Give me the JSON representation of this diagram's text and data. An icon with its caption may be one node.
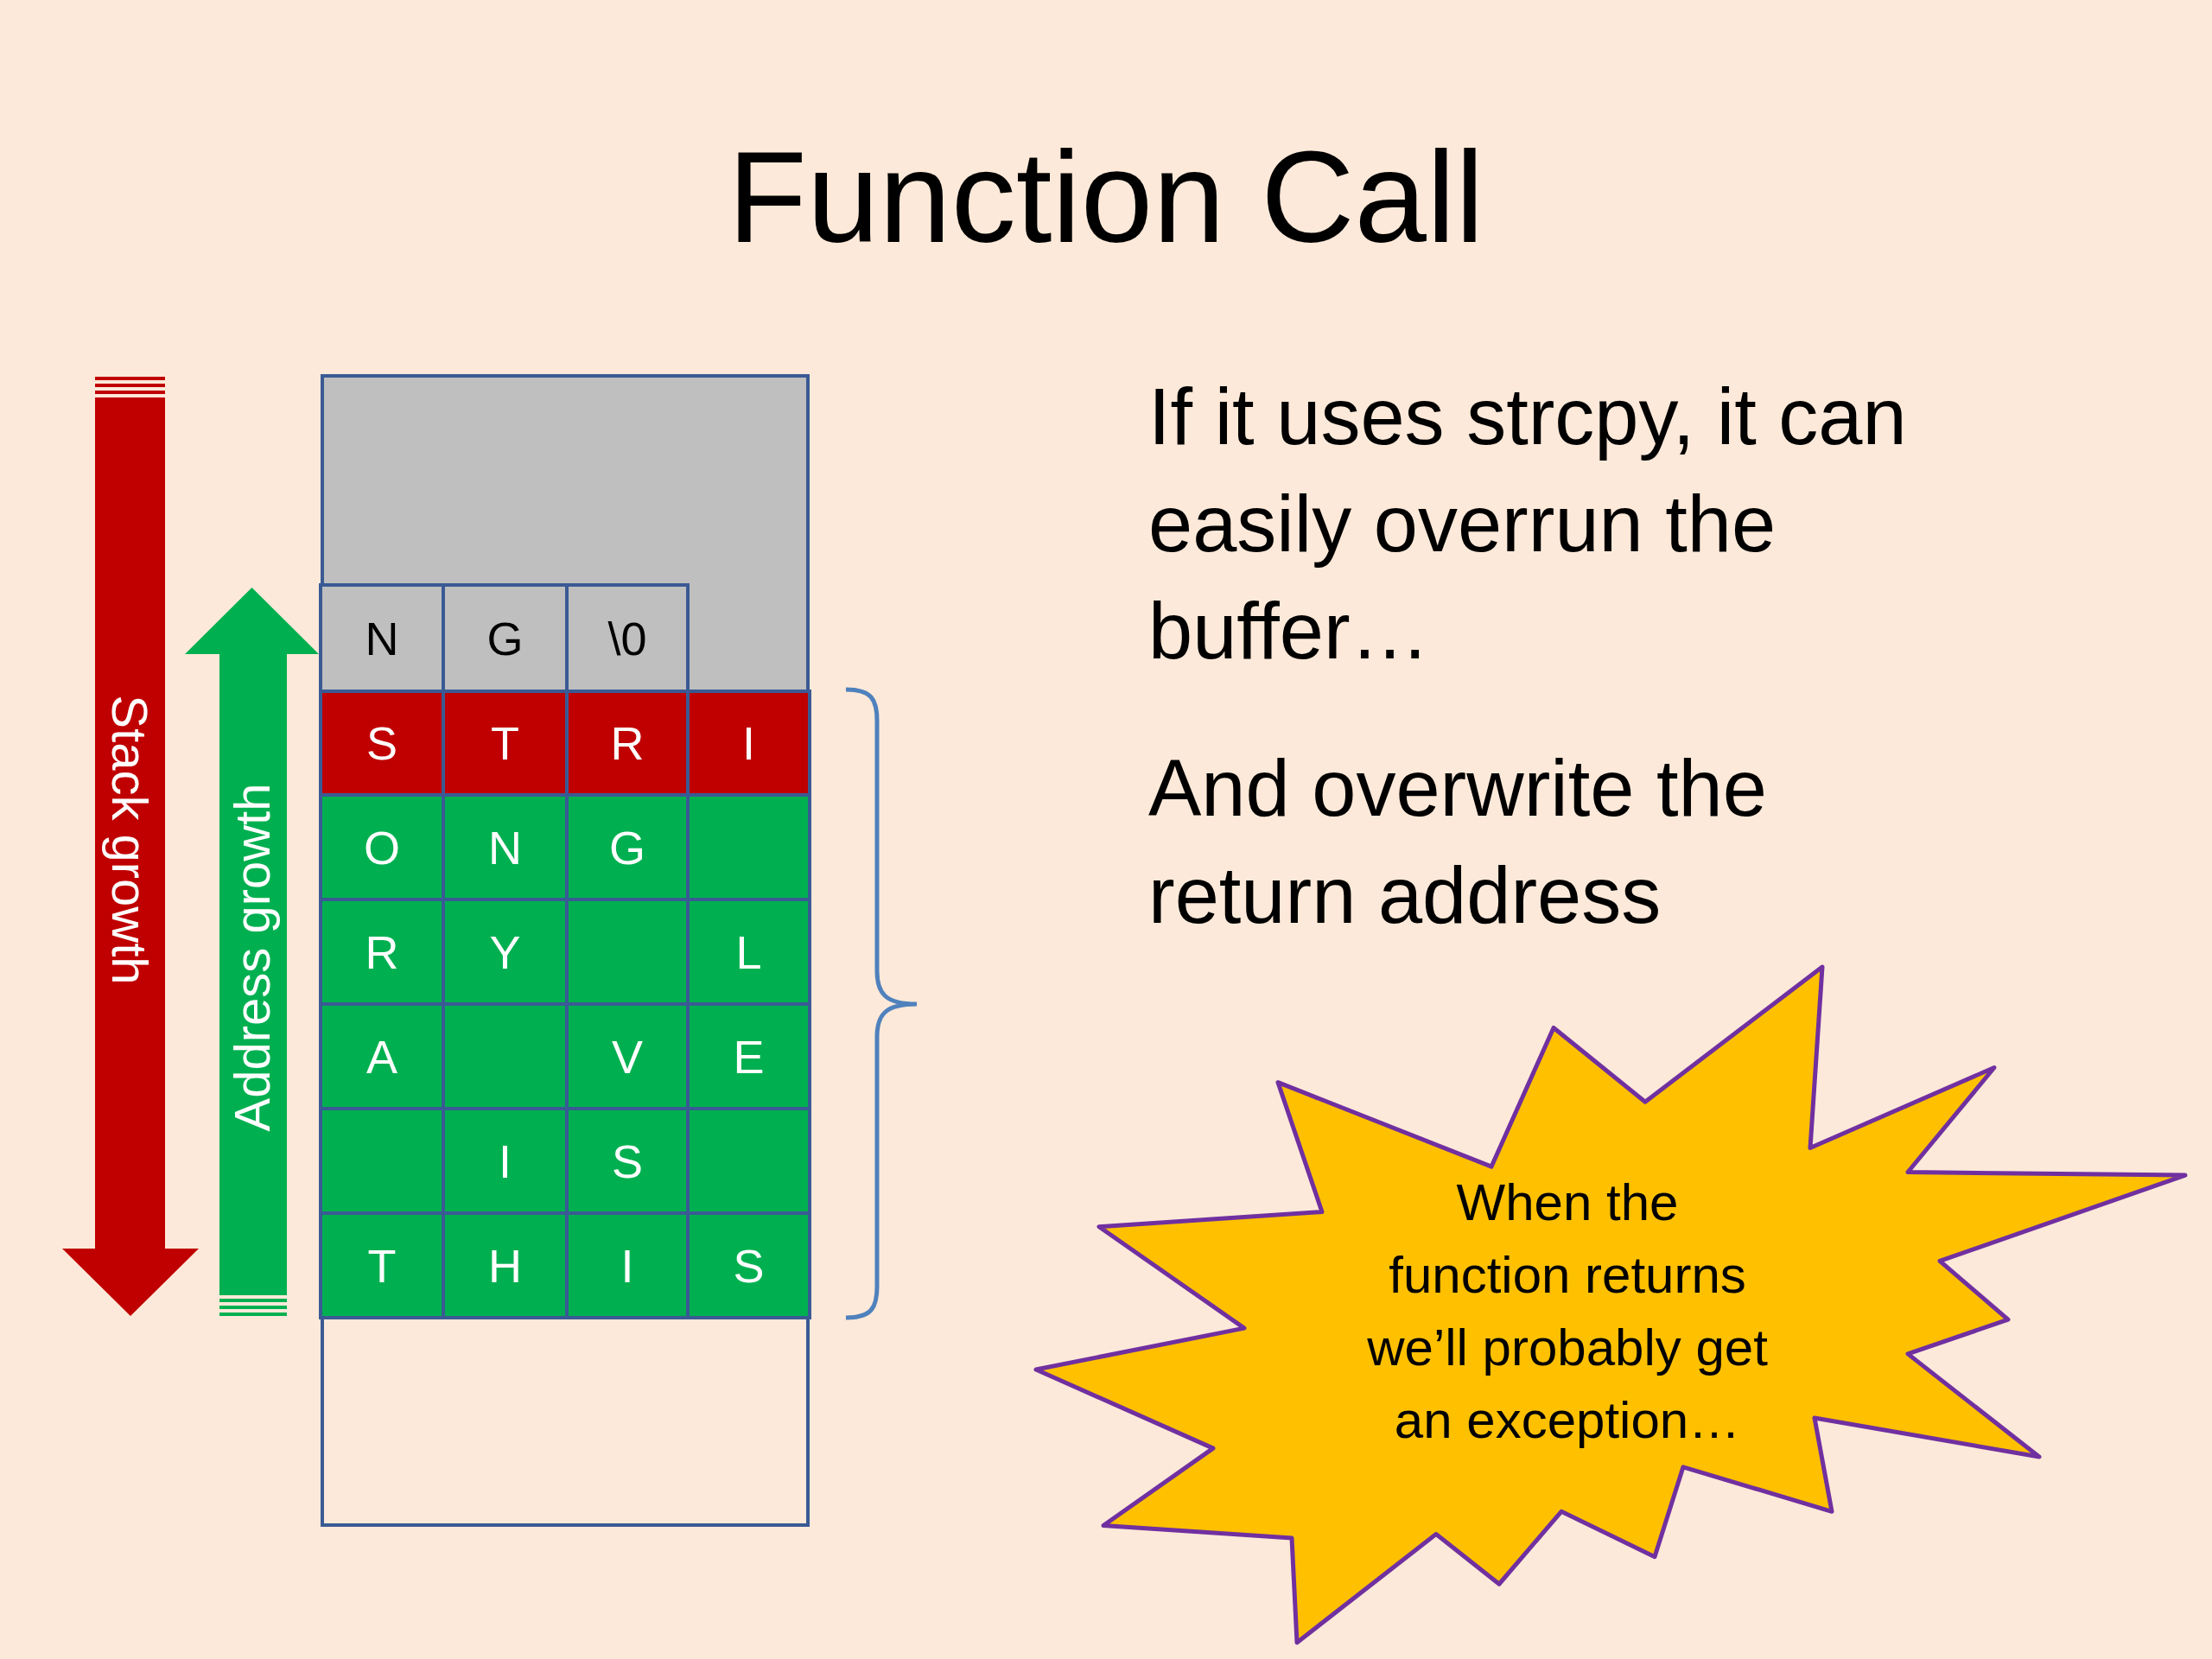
{
  "diagram": {
    "title": "Function Call",
    "nodes": [
      {
        "text": [],
        "shape": "box"
      },
      {
        "text": [
          "N"
        ],
        "in": 0
      },
      {
        "text": [
          "G"
        ],
        "in": 0
      },
      {
        "text": [
          "\\0"
        ],
        "in": 0
      },
      {
        "text": [
          "S"
        ],
        "in": 0
      },
      {
        "text": [
          "T"
        ],
        "in": 0
      },
      {
        "text": [
          "R"
        ],
        "in": 0
      },
      {
        "text": [
          "I"
        ],
        "in": 0
      },
      {
        "text": [
          "O"
        ],
        "in": 0
      },
      {
        "text": [
          "N"
        ],
        "in": 0
      },
      {
        "text": [
          "G"
        ],
        "in": 0
      },
      {
        "text": [],
        "shape": "box",
        "in": 0
      },
      {
        "text": [
          "R"
        ],
        "in": 0
      },
      {
        "text": [
          "Y"
        ],
        "in": 0
      },
      {
        "text": [],
        "shape": "box",
        "in": 0
      },
      {
        "text": [
          "L"
        ],
        "in": 0
      },
      {
        "text": [
          "A"
        ],
        "in": 0
      },
      {
        "text": [],
        "shape": "box",
        "in": 0
      },
      {
        "text": [
          "V"
        ],
        "in": 0
      },
      {
        "text": [
          "E"
        ],
        "in": 0
      },
      {
        "text": [],
        "shape": "box",
        "in": 0
      },
      {
        "text": [
          "I"
        ],
        "in": 0
      },
      {
        "text": [
          "S"
        ],
        "in": 0
      },
      {
        "text": [],
        "shape": "box",
        "in": 0
      },
      {
        "text": [
          "T"
        ],
        "in": 0
      },
      {
        "text": [
          "H"
        ],
        "in": 0
      },
      {
        "text": [
          "I"
        ],
        "in": 0
      },
      {
        "text": [
          "S"
        ],
        "in": 0
      },
      {
        "text": [
          "When the function returns we’ll probably get an exception…"
        ]
      }
    ],
    "labels": [
      "Stack growth",
      "Address growth",
      "If it uses strcpy, it can easily overrun the buffer…",
      "And overwrite the return address"
    ]
  }
}
